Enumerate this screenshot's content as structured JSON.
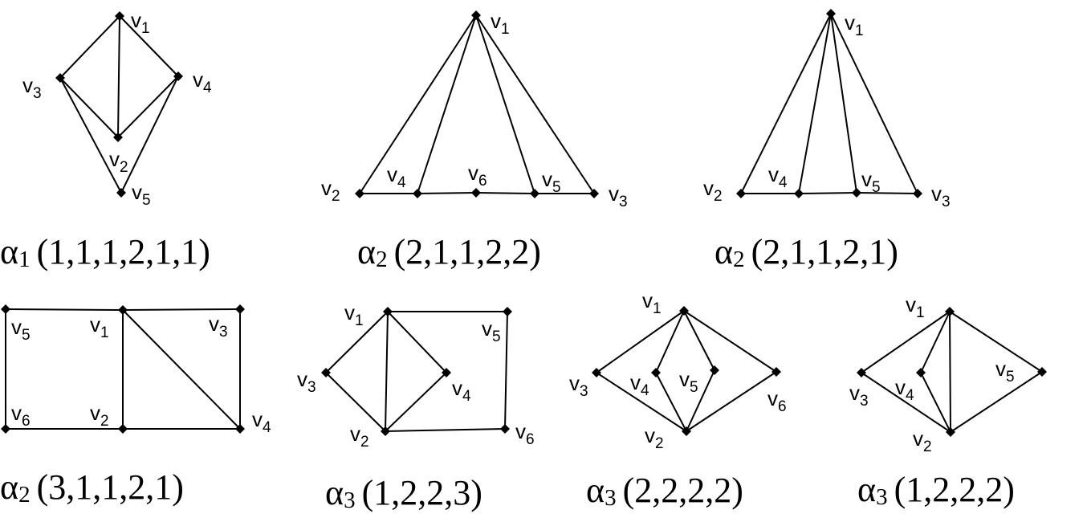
{
  "colors": {
    "ink": "#000000",
    "background": "#ffffff"
  },
  "graphs": [
    {
      "caption": {
        "greek": "α",
        "index": "1",
        "params": "(1,1,1,2,1,1)"
      },
      "vertices": [
        "1",
        "2",
        "3",
        "4",
        "5"
      ],
      "edges": [
        [
          "1",
          "3"
        ],
        [
          "1",
          "2"
        ],
        [
          "1",
          "4"
        ],
        [
          "3",
          "2"
        ],
        [
          "4",
          "2"
        ],
        [
          "3",
          "5"
        ],
        [
          "4",
          "5"
        ]
      ]
    },
    {
      "caption": {
        "greek": "α",
        "index": "2",
        "params": "(2,1,1,2,2)"
      },
      "vertices": [
        "1",
        "2",
        "4",
        "6",
        "5",
        "3"
      ],
      "edges": [
        [
          "1",
          "2"
        ],
        [
          "1",
          "4"
        ],
        [
          "1",
          "5"
        ],
        [
          "1",
          "3"
        ],
        [
          "2",
          "4"
        ],
        [
          "4",
          "6"
        ],
        [
          "6",
          "5"
        ],
        [
          "5",
          "3"
        ]
      ]
    },
    {
      "caption": {
        "greek": "α",
        "index": "2",
        "params": "(2,1,1,2,1)"
      },
      "vertices": [
        "1",
        "2",
        "4",
        "5",
        "3"
      ],
      "edges": [
        [
          "1",
          "2"
        ],
        [
          "1",
          "4"
        ],
        [
          "1",
          "5"
        ],
        [
          "1",
          "3"
        ],
        [
          "2",
          "4"
        ],
        [
          "4",
          "5"
        ],
        [
          "5",
          "3"
        ]
      ]
    },
    {
      "caption": {
        "greek": "α",
        "index": "2",
        "params": "(3,1,1,2,1)"
      },
      "vertices": [
        "5",
        "1",
        "3",
        "6",
        "2",
        "4"
      ],
      "edges": [
        [
          "5",
          "1"
        ],
        [
          "1",
          "3"
        ],
        [
          "5",
          "6"
        ],
        [
          "1",
          "2"
        ],
        [
          "3",
          "4"
        ],
        [
          "6",
          "2"
        ],
        [
          "2",
          "4"
        ],
        [
          "1",
          "4"
        ]
      ]
    },
    {
      "caption": {
        "greek": "α",
        "index": "3",
        "params": "(1,2,2,3)"
      },
      "vertices": [
        "1",
        "5",
        "3",
        "4",
        "2",
        "6"
      ],
      "edges": [
        [
          "1",
          "5"
        ],
        [
          "5",
          "6"
        ],
        [
          "2",
          "6"
        ],
        [
          "1",
          "3"
        ],
        [
          "3",
          "2"
        ],
        [
          "1",
          "2"
        ],
        [
          "1",
          "4"
        ],
        [
          "4",
          "2"
        ]
      ]
    },
    {
      "caption": {
        "greek": "α",
        "index": "3",
        "params": "(2,2,2,2)"
      },
      "vertices": [
        "1",
        "3",
        "4",
        "5",
        "6",
        "2"
      ],
      "edges": [
        [
          "1",
          "3"
        ],
        [
          "1",
          "4"
        ],
        [
          "1",
          "5"
        ],
        [
          "1",
          "6"
        ],
        [
          "3",
          "2"
        ],
        [
          "4",
          "2"
        ],
        [
          "5",
          "2"
        ],
        [
          "6",
          "2"
        ]
      ]
    },
    {
      "caption": {
        "greek": "α",
        "index": "3",
        "params": "(1,2,2,2)"
      },
      "vertices": [
        "1",
        "3",
        "4",
        "5",
        "2"
      ],
      "edges": [
        [
          "1",
          "3"
        ],
        [
          "1",
          "4"
        ],
        [
          "1",
          "2"
        ],
        [
          "1",
          "5"
        ],
        [
          "3",
          "2"
        ],
        [
          "4",
          "2"
        ],
        [
          "5",
          "2"
        ]
      ]
    }
  ]
}
